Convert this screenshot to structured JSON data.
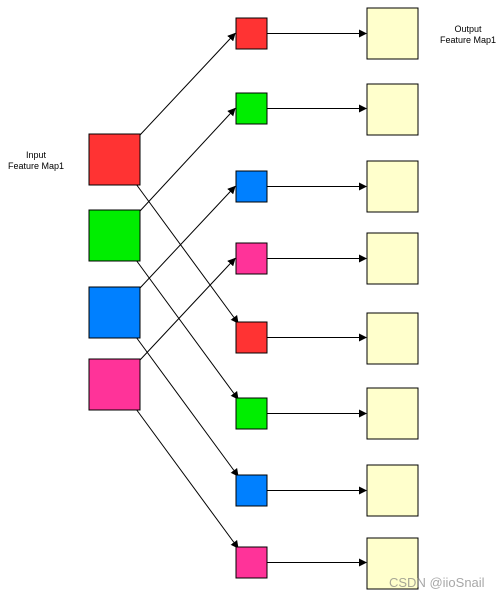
{
  "labels": {
    "input": "Input\nFeature Map1",
    "output": "Output\nFeature Map1"
  },
  "watermark": "CSDN @iioSnail",
  "colors": {
    "red": "#ff3333",
    "green": "#00ee00",
    "blue": "#0080ff",
    "pink": "#ff3399",
    "output": "#ffffcc",
    "stroke": "#000000"
  },
  "input_blocks": [
    "red",
    "green",
    "blue",
    "pink"
  ],
  "middle_blocks": [
    "red",
    "green",
    "blue",
    "pink",
    "red",
    "green",
    "blue",
    "pink"
  ],
  "output_count": 8
}
